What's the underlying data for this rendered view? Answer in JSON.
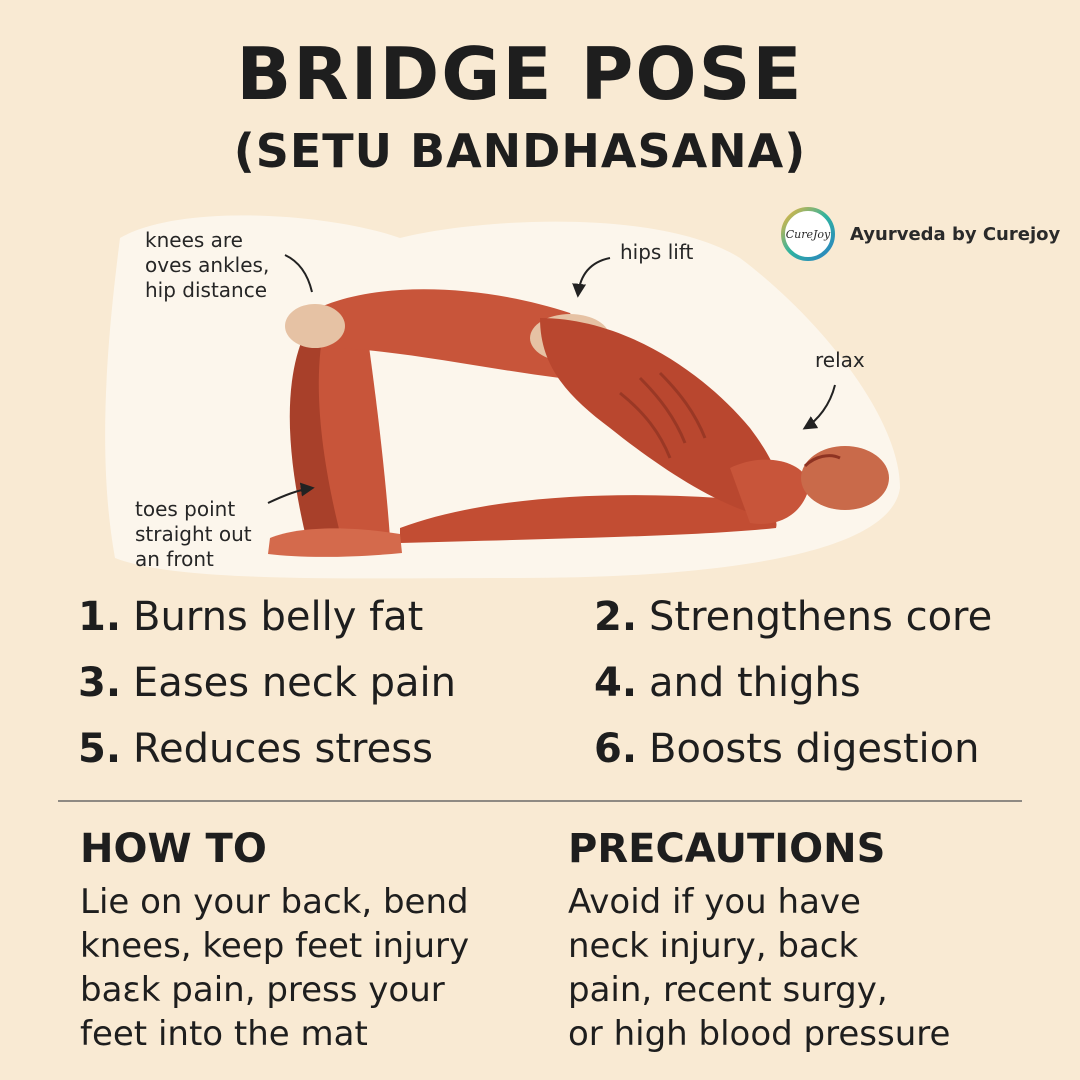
{
  "header": {
    "title": "BRIDGE POSE",
    "subtitle": "(SETU BANDHASANA)"
  },
  "brand": {
    "logo_text": "CureJoy",
    "name": "Ayurveda by Curejoy"
  },
  "illustration": {
    "labels": {
      "knees": [
        "knees are",
        "oves ankles,",
        "hip distance"
      ],
      "hips": [
        "hips lift"
      ],
      "relax": [
        "relax"
      ],
      "toes": [
        "toes point",
        "straight out",
        "an front"
      ]
    }
  },
  "benefits": [
    {
      "num": "1.",
      "text": "Burns belly fat"
    },
    {
      "num": "2.",
      "text": "Strengthens  core"
    },
    {
      "num": "3.",
      "text": "Eases neck pain"
    },
    {
      "num": "4.",
      "text": "and thighs"
    },
    {
      "num": "5.",
      "text": "Reduces stress"
    },
    {
      "num": "6.",
      "text": "Boosts digestion"
    }
  ],
  "how_to": {
    "heading": "HOW TO",
    "lines": [
      "Lie on your back, bend",
      "knees, keep feet injury",
      "baɛk pain, press your",
      "feet into the mat"
    ]
  },
  "precautions": {
    "heading": "PRECAUTIONS",
    "lines": [
      "Avoid if you have",
      "neck injury, back",
      "pain, recent surgy,",
      "or high blood pressure"
    ]
  },
  "colors": {
    "background": "#f9ead3",
    "muscle": "#c8553a",
    "muscle_dark": "#9c3a25",
    "tendon": "#e6c2a4",
    "text": "#1e1e1e",
    "brand_ring": "#2fb3a0"
  }
}
